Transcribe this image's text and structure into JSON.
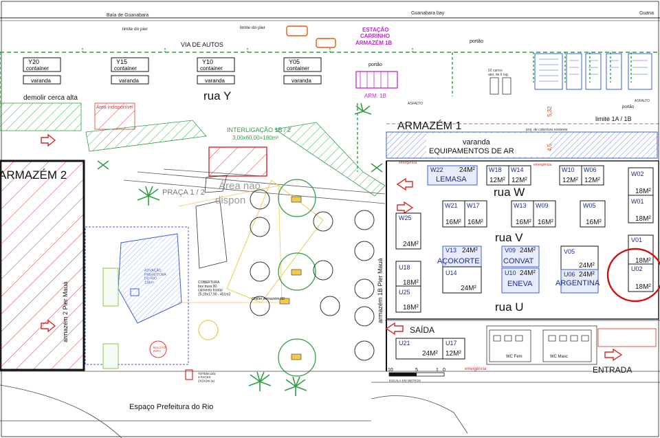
{
  "header": {
    "bay_left": "Baía de Guanabara",
    "bay_right": "Guanabara bay",
    "bay_far": "Guana",
    "pier_limit_1": "limite do pier",
    "pier_limit_2": "limite do pier",
    "via_autos": "VIA DE AUTOS"
  },
  "station": {
    "line1": "ESTAÇÃO",
    "line2": "CARRINHO",
    "line3": "ARMAZÉM 1B",
    "arm": "ARM. 1B"
  },
  "portao": [
    "portão",
    "portão",
    "portão"
  ],
  "parking_note": "02 carros\natel. de 6 lug.",
  "containers": [
    {
      "code": "Y20",
      "label": "container",
      "varanda": "varanda"
    },
    {
      "code": "Y15",
      "label": "container",
      "varanda": "varanda"
    },
    {
      "code": "Y10",
      "label": "container",
      "varanda": "varanda"
    },
    {
      "code": "Y05",
      "label": "container",
      "varanda": "varanda"
    }
  ],
  "streets": {
    "rua_y": "rua Y",
    "rua_w": "rua W",
    "rua_v": "rua V",
    "rua_u": "rua U"
  },
  "labels": {
    "demolir": "demolir cerca alta",
    "interligacao_1": "INTERLIGAÇÃO 1B  / 2",
    "interligacao_2": "3,00x60,00=180m²",
    "armazem1": "ARMAZÉM 1",
    "armazem2": "ARMAZÉM 2",
    "limite": "limite 1A / 1B",
    "varanda": "varanda",
    "equipamentos": "EQUIPAMENTOS DE AR",
    "praca": "PRAÇA 1 / 2",
    "area_nao_1": "Área não",
    "area_nao_2": "dispon",
    "area_indisp": "Área indisponível",
    "pier_maua_1b": "armazém 1B Pier Mauá",
    "pier_maua_2": "armazém 2 Pier Mauá",
    "saida": "SAÍDA",
    "entrada": "ENTRADA",
    "espaco": "Espaço Prefeitura do Rio",
    "ativacao": "ATIVAÇÃO\nPREFEITURA\nDO RIO\n138m²",
    "cobertura": "COBERTURA\nbox truss 30\ncaimento frontal\n25,20x17,90 - 451m2",
    "chiller": "Chiller Armazém 02",
    "balcao": "BALCÃO\nINFO",
    "totem": "TOTEM LED\n4 FACES\n2X2X3m (a)",
    "wc_fem": "WC Fem",
    "wc_masc": "WC Masc",
    "escala": "ESCALA EM METROS",
    "emergencia": "emergência",
    "asfalto": "ASFALTO",
    "dim_532": "5,32",
    "dim_45": "4,5",
    "prej_cobertura": "proj. de cobertura existente"
  },
  "scale": [
    "10",
    "5",
    "1",
    "0"
  ],
  "booths": [
    {
      "code": "W22",
      "size": "24M²",
      "name": "LEMASA",
      "blue": true
    },
    {
      "code": "W18",
      "size": "12M²"
    },
    {
      "code": "W14",
      "size": "12M²"
    },
    {
      "code": "W10",
      "size": "12M²"
    },
    {
      "code": "W06",
      "size": "12M²"
    },
    {
      "code": "W02",
      "size": "18M²"
    },
    {
      "code": "W01",
      "size": "18M²"
    },
    {
      "code": "W21",
      "size": "16M²"
    },
    {
      "code": "W17",
      "size": "16M²"
    },
    {
      "code": "W13",
      "size": "16M²"
    },
    {
      "code": "W09",
      "size": "16M²"
    },
    {
      "code": "W05",
      "size": "16M²"
    },
    {
      "code": "W25",
      "size": "24M²"
    },
    {
      "code": "V13",
      "size": "24M²",
      "name": "AÇOKORTE",
      "blue": true
    },
    {
      "code": "U14",
      "size": "24M²"
    },
    {
      "code": "V09",
      "size": "24M²",
      "name": "CONVAT",
      "blue": true
    },
    {
      "code": "U10",
      "size": "24M²",
      "name": "ENEVA",
      "blue": true
    },
    {
      "code": "V05",
      "size": "24M²"
    },
    {
      "code": "U06",
      "size": "24M²",
      "name": "ARGENTINA",
      "blue": true
    },
    {
      "code": "V01",
      "size": "18M²"
    },
    {
      "code": "U02",
      "size": "18M²"
    },
    {
      "code": "U18",
      "size": "18M²"
    },
    {
      "code": "U25",
      "size": "18M²"
    },
    {
      "code": "U21",
      "size": "24M²"
    },
    {
      "code": "U17",
      "size": "12M²"
    }
  ],
  "colors": {
    "green": "#2f9e44",
    "red": "#d62828",
    "blue": "#3b5bdb",
    "highlight": "#cc1111",
    "orange": "#e8590c",
    "magenta": "#c026d3"
  }
}
